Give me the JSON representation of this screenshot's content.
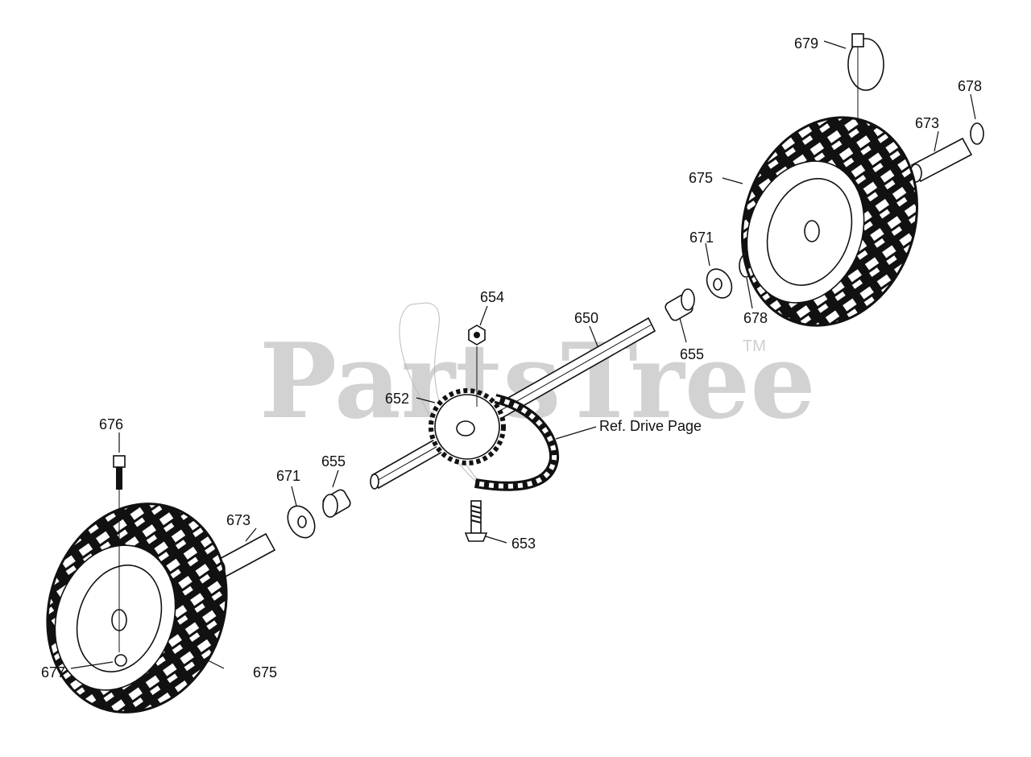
{
  "watermark": {
    "brand": "PartsTree",
    "tm": "TM"
  },
  "reference_note": "Ref. Drive Page",
  "callouts": {
    "shaft": "650",
    "sprocket": "652",
    "chain_bolt": "653",
    "nut": "654",
    "bearing_left": "655",
    "bearing_right": "655",
    "washer_left": "671",
    "washer_right": "671",
    "spacer_left": "673",
    "spacer_right": "673",
    "wheel_left": "675",
    "wheel_right": "675",
    "hex_bolt": "676",
    "lock_nut": "677",
    "clip_ring_a": "678",
    "clip_ring_b": "678",
    "linch_pin": "679"
  },
  "colors": {
    "ink": "#111111",
    "watermark": "#d2d2d2",
    "background": "#ffffff"
  }
}
